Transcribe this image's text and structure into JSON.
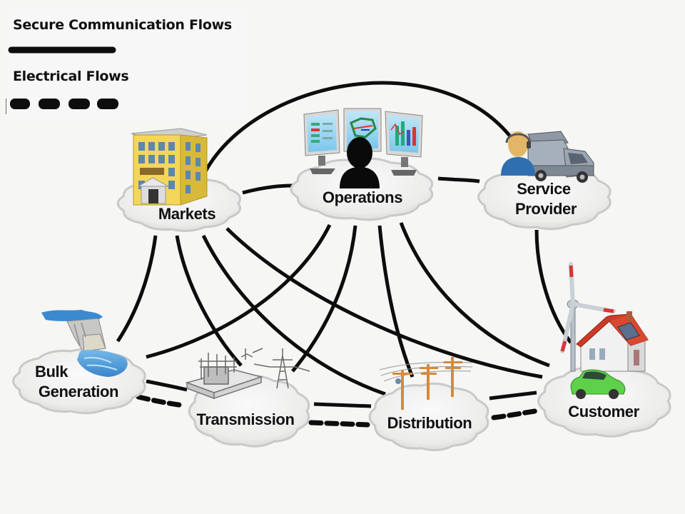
{
  "legend": {
    "items": [
      {
        "label": "Secure Communication Flows",
        "style": "solid"
      },
      {
        "label": "Electrical Flows",
        "style": "dashed"
      }
    ]
  },
  "nodes": {
    "markets": {
      "label": "Markets",
      "icon": "market-building-icon"
    },
    "operations": {
      "label": "Operations",
      "icon": "control-room-monitors-icon"
    },
    "service_provider": {
      "label_lines": [
        "Service",
        "Provider"
      ],
      "icon": "technician-truck-icon"
    },
    "bulk_generation": {
      "label_lines": [
        "Bulk",
        "Generation"
      ],
      "icon": "hydro-dam-icon"
    },
    "transmission": {
      "label": "Transmission",
      "icon": "substation-tower-icon"
    },
    "distribution": {
      "label": "Distribution",
      "icon": "utility-poles-icon"
    },
    "customer": {
      "label": "Customer",
      "icon": "home-wind-ev-icon"
    }
  },
  "communication_links": [
    [
      "markets",
      "operations"
    ],
    [
      "markets",
      "service_provider"
    ],
    [
      "operations",
      "service_provider"
    ],
    [
      "markets",
      "bulk_generation"
    ],
    [
      "markets",
      "transmission"
    ],
    [
      "markets",
      "distribution"
    ],
    [
      "markets",
      "customer"
    ],
    [
      "operations",
      "bulk_generation"
    ],
    [
      "operations",
      "transmission"
    ],
    [
      "operations",
      "distribution"
    ],
    [
      "operations",
      "customer"
    ],
    [
      "service_provider",
      "customer"
    ],
    [
      "bulk_generation",
      "transmission"
    ],
    [
      "transmission",
      "distribution"
    ],
    [
      "distribution",
      "customer"
    ]
  ],
  "electrical_links": [
    [
      "bulk_generation",
      "transmission"
    ],
    [
      "transmission",
      "distribution"
    ],
    [
      "distribution",
      "customer"
    ]
  ],
  "colors": {
    "line": "#0d0d0d",
    "cloud_fill": "#ededec",
    "cloud_edge": "#c9c9c9",
    "label": "#111111"
  }
}
